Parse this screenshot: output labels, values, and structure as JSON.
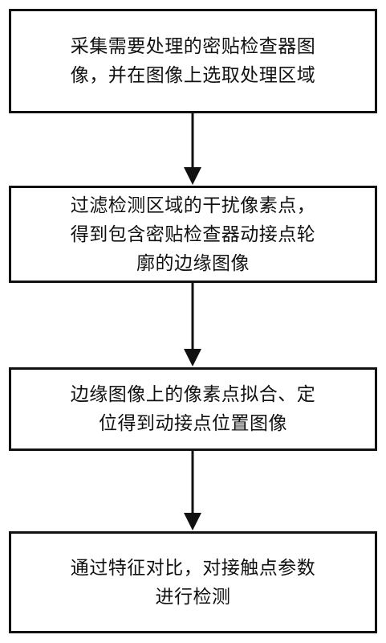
{
  "flowchart": {
    "steps": [
      {
        "line1": "采集需要处理的密贴检查器图",
        "line2": "像，并在图像上选取处理区域",
        "line3": ""
      },
      {
        "line1": "过滤检测区域的干扰像素点，",
        "line2": "得到包含密贴检查器动接点轮",
        "line3": "廓的边缘图像"
      },
      {
        "line1": "边缘图像上的像素点拟合、定",
        "line2": "位得到动接点位置图像",
        "line3": ""
      },
      {
        "line1": "通过特征对比，对接触点参数",
        "line2": "进行检测",
        "line3": ""
      }
    ]
  },
  "colors": {
    "stroke": "#111111",
    "background": "#ffffff"
  }
}
